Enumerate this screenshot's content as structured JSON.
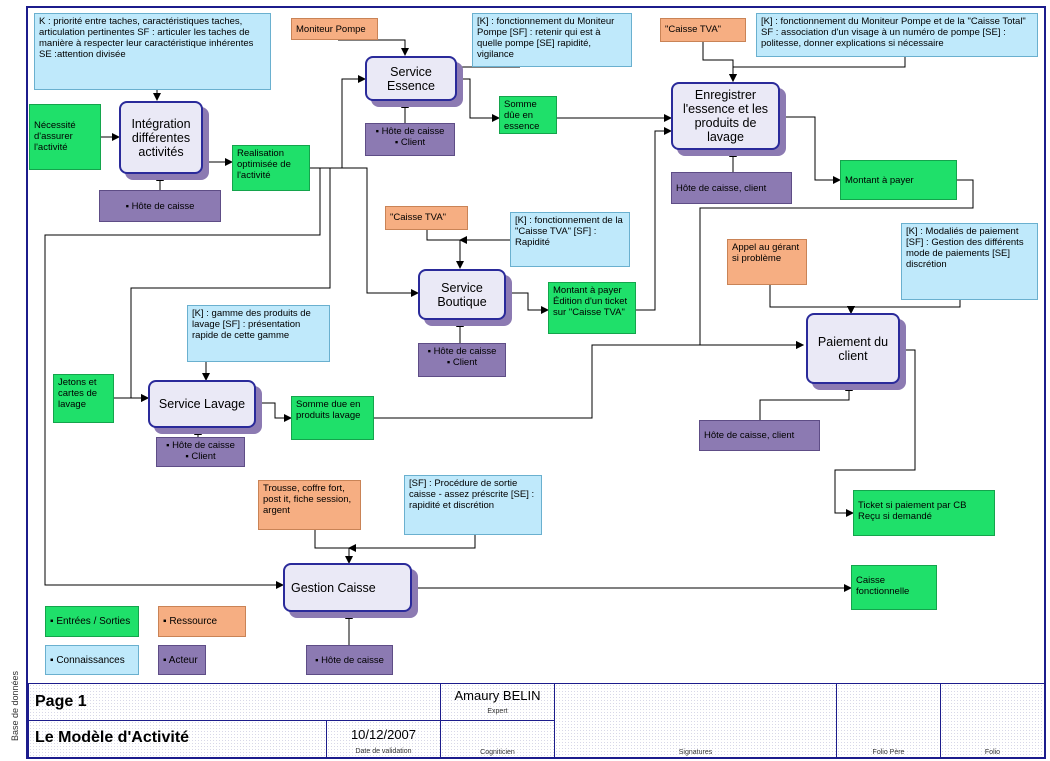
{
  "side_label": "Base de données",
  "processes": {
    "integration": "Intégration différentes activités",
    "essence": "Service Essence",
    "enregistrer": "Enregistrer l'essence et les produits de lavage",
    "boutique": "Service Boutique",
    "paiement": "Paiement du client",
    "lavage": "Service Lavage",
    "gestion": "Gestion Caisse"
  },
  "knowledge": {
    "integration": "K : priorité entre taches, caractéristiques taches, articulation pertinentes SF : articuler les taches de manière à respecter leur caractéristique inhérentes SE :attention divisée",
    "essence": "[K] : fonctionnement du Moniteur Pompe [SF] : retenir qui est à quelle pompe [SE] rapidité, vigilance",
    "enregistrer": "[K] : fonctionnement du Moniteur Pompe et de la \"Caisse Total\" SF : association d'un visage à un numéro de pompe [SE] : politesse, donner explications si nécessaire",
    "boutique": "[K] : fonctionnement de la \"Caisse TVA\" [SF] : Rapidité",
    "paiement": "[K] : Modaliés de paiement [SF] : Gestion des différents mode de paiements [SE] discrétion",
    "lavage": "[K] : gamme des produits de lavage [SF] : présentation rapide de cette gamme",
    "gestion": "[SF] : Procédure de sortie caisse - assez préscrite [SE] : rapidité et discrétion"
  },
  "resources": {
    "moniteur": "Moniteur Pompe",
    "caisse_tva_1": "\"Caisse TVA\"",
    "caisse_tva_2": "\"Caisse TVA\"",
    "gerant": "Appel au gérant si problème",
    "trousse": "Trousse, coffre fort, post it, fiche session, argent"
  },
  "io": {
    "necessite": "Nécessité d'assurer l'activité",
    "realisation": "Realisation optimisée de l'activité",
    "somme_essence": "Somme dûe en essence",
    "montant_payer": "Montant à payer",
    "montant_ticket": "Montant à payer Édition d'un ticket sur \"Caisse TVA\"",
    "jetons": "Jetons et cartes de lavage",
    "somme_lavage": "Somme due en produits lavage",
    "ticket": "Ticket si paiement par CB Reçu si demandé",
    "caisse_fonct": "Caisse fonctionnelle"
  },
  "actors": {
    "hote_integration": "▪ Hôte de caisse",
    "hote_essence_1": "▪ Hôte de caisse",
    "client_essence": "▪ Client",
    "hote_client_enr": "Hôte de caisse, client",
    "hote_boutique": "▪ Hôte de caisse",
    "client_boutique": "▪ Client",
    "hote_lavage": "▪ Hôte de caisse",
    "client_lavage": "▪ Client",
    "hote_client_pai": "Hôte de caisse, client",
    "hote_gestion": "▪ Hôte de caisse"
  },
  "legend": {
    "io": "▪ Entrées / Sorties",
    "res": "▪ Ressource",
    "know": "▪ Connaissances",
    "act": "▪ Acteur"
  },
  "title_block": {
    "page": "Page 1",
    "model": "Le Modèle d'Activité",
    "author": "Amaury BELIN",
    "author_role": "Expert",
    "date": "10/12/2007",
    "date_label": "Date de validation",
    "cogniticien": "Cogniticien",
    "signatures": "Signatures",
    "folio_pere": "Folio Père",
    "folio": "Folio"
  }
}
